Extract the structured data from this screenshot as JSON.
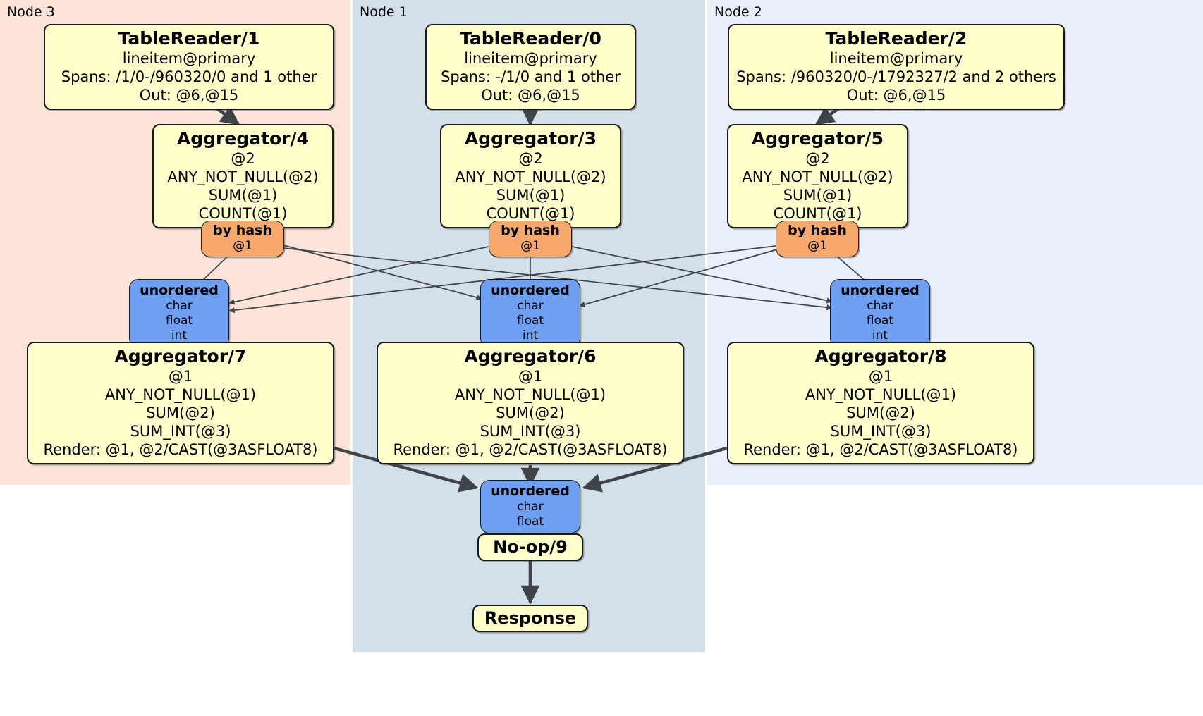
{
  "diagram": {
    "type": "distributed-query-execution-plan",
    "colors": {
      "node3_panel": "#fce4d8",
      "node1_panel": "#d3e0ea",
      "node2_panel": "#eaf0fb",
      "processor_box": "#ffffcc",
      "router_box": "#f7a86c",
      "synchronizer_box": "#6f9ff0",
      "edge": "#3f4448",
      "border": "#1a1a1a"
    }
  },
  "panels": [
    {
      "id": "node3",
      "label": "Node 3"
    },
    {
      "id": "node1",
      "label": "Node 1"
    },
    {
      "id": "node2",
      "label": "Node 2"
    }
  ],
  "processors": {
    "table_reader_1": {
      "title": "TableReader/1",
      "lines": [
        "lineitem@primary",
        "Spans: /1/0-/960320/0 and 1 other",
        "Out: @6,@15"
      ]
    },
    "table_reader_0": {
      "title": "TableReader/0",
      "lines": [
        "lineitem@primary",
        "Spans: -/1/0 and 1 other",
        "Out: @6,@15"
      ]
    },
    "table_reader_2": {
      "title": "TableReader/2",
      "lines": [
        "lineitem@primary",
        "Spans: /960320/0-/1792327/2 and 2 others",
        "Out: @6,@15"
      ]
    },
    "aggregator_4": {
      "title": "Aggregator/4",
      "lines": [
        "@2",
        "ANY_NOT_NULL(@2)",
        "SUM(@1)",
        "COUNT(@1)"
      ]
    },
    "aggregator_3": {
      "title": "Aggregator/3",
      "lines": [
        "@2",
        "ANY_NOT_NULL(@2)",
        "SUM(@1)",
        "COUNT(@1)"
      ]
    },
    "aggregator_5": {
      "title": "Aggregator/5",
      "lines": [
        "@2",
        "ANY_NOT_NULL(@2)",
        "SUM(@1)",
        "COUNT(@1)"
      ]
    },
    "aggregator_7": {
      "title": "Aggregator/7",
      "lines": [
        "@1",
        "ANY_NOT_NULL(@1)",
        "SUM(@2)",
        "SUM_INT(@3)",
        "Render: @1, @2/CAST(@3ASFLOAT8)"
      ]
    },
    "aggregator_6": {
      "title": "Aggregator/6",
      "lines": [
        "@1",
        "ANY_NOT_NULL(@1)",
        "SUM(@2)",
        "SUM_INT(@3)",
        "Render: @1, @2/CAST(@3ASFLOAT8)"
      ]
    },
    "aggregator_8": {
      "title": "Aggregator/8",
      "lines": [
        "@1",
        "ANY_NOT_NULL(@1)",
        "SUM(@2)",
        "SUM_INT(@3)",
        "Render: @1, @2/CAST(@3ASFLOAT8)"
      ]
    },
    "noop_9": {
      "title": "No-op/9",
      "lines": []
    },
    "response": {
      "title": "Response",
      "lines": []
    }
  },
  "routers": {
    "by_hash_left": {
      "title": "by hash",
      "lines": [
        "@1"
      ]
    },
    "by_hash_center": {
      "title": "by hash",
      "lines": [
        "@1"
      ]
    },
    "by_hash_right": {
      "title": "by hash",
      "lines": [
        "@1"
      ]
    }
  },
  "synchronizers": {
    "unordered_left": {
      "title": "unordered",
      "lines": [
        "char",
        "float",
        "int"
      ]
    },
    "unordered_center": {
      "title": "unordered",
      "lines": [
        "char",
        "float",
        "int"
      ]
    },
    "unordered_right": {
      "title": "unordered",
      "lines": [
        "char",
        "float",
        "int"
      ]
    },
    "unordered_final": {
      "title": "unordered",
      "lines": [
        "char",
        "float"
      ]
    }
  }
}
